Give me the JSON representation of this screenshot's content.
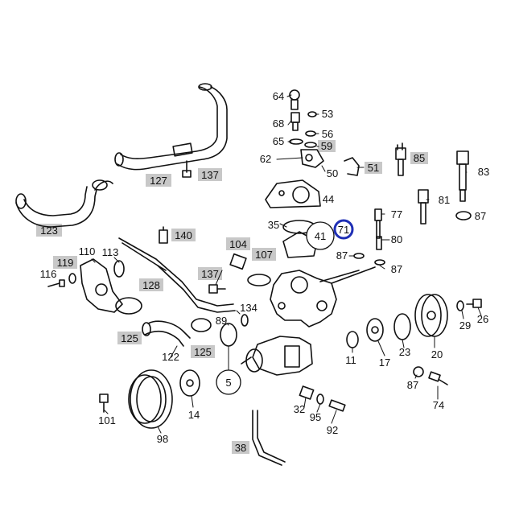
{
  "diagram": {
    "colors": {
      "background": "#ffffff",
      "panel": "#ffffff",
      "line": "#111111",
      "label_text": "#111111",
      "highlight_box": "#c8c8c8",
      "selected_ring": "#1f2fb5"
    },
    "labels": {
      "l64": "64",
      "l53": "53",
      "l68": "68",
      "l56": "56",
      "l65": "65",
      "l59": "59",
      "l62": "62",
      "l50": "50",
      "l51": "51",
      "l85": "85",
      "l83": "83",
      "l44": "44",
      "l81": "81",
      "l77": "77",
      "l87a": "87",
      "l35": "35",
      "l41": "41",
      "l71": "71",
      "l80": "80",
      "l87b": "87",
      "l87c": "87",
      "l127": "127",
      "l137a": "137",
      "l123": "123",
      "l140": "140",
      "l110": "110",
      "l113": "113",
      "l119": "119",
      "l116": "116",
      "l104": "104",
      "l107": "107",
      "l128": "128",
      "l137b": "137",
      "l89": "89",
      "l134": "134",
      "l125a": "125",
      "l125b": "125",
      "l122": "122",
      "l5": "5",
      "l11": "11",
      "l17": "17",
      "l23": "23",
      "l20": "20",
      "l29": "29",
      "l26": "26",
      "l87d": "87",
      "l74": "74",
      "l101": "101",
      "l14": "14",
      "l98": "98",
      "l32": "32",
      "l95": "95",
      "l92": "92",
      "l38": "38"
    },
    "highlighted_labels": [
      "59",
      "51",
      "85",
      "140",
      "104",
      "107",
      "137",
      "119",
      "128",
      "125",
      "38",
      "123",
      "127"
    ],
    "circled_labels": [
      "41",
      "5"
    ],
    "selected_label": "71"
  }
}
